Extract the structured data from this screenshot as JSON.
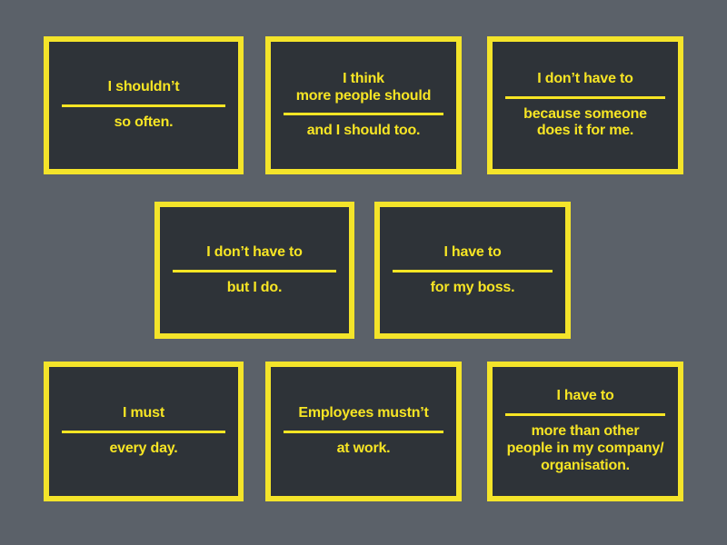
{
  "theme": {
    "background": "#5b6169",
    "card_fill": "#2e3338",
    "accent": "#f7e524",
    "border": "#f4e42a"
  },
  "board": {
    "layout": "grid-3-2-3",
    "cards": [
      {
        "id": "card-1",
        "top_text": "I shouldn’t",
        "has_blank_rule": true,
        "bottom_text": "so often."
      },
      {
        "id": "card-2",
        "top_text": "I think\nmore people should",
        "has_blank_rule": true,
        "bottom_text": "and I should too."
      },
      {
        "id": "card-3",
        "top_text": "I don’t have to",
        "has_blank_rule": true,
        "bottom_text": "because someone\ndoes it for me."
      },
      {
        "id": "card-4",
        "top_text": "I don’t have to",
        "has_blank_rule": true,
        "bottom_text": "but I do."
      },
      {
        "id": "card-5",
        "top_text": "I have to",
        "has_blank_rule": true,
        "bottom_text": "for my boss."
      },
      {
        "id": "card-6",
        "top_text": "I must",
        "has_blank_rule": true,
        "bottom_text": "every day."
      },
      {
        "id": "card-7",
        "top_text": "Employees mustn’t",
        "has_blank_rule": true,
        "bottom_text": "at work."
      },
      {
        "id": "card-8",
        "top_text": "I have to",
        "has_blank_rule": true,
        "bottom_text": "more than other\npeople in my company/\norganisation."
      }
    ]
  }
}
